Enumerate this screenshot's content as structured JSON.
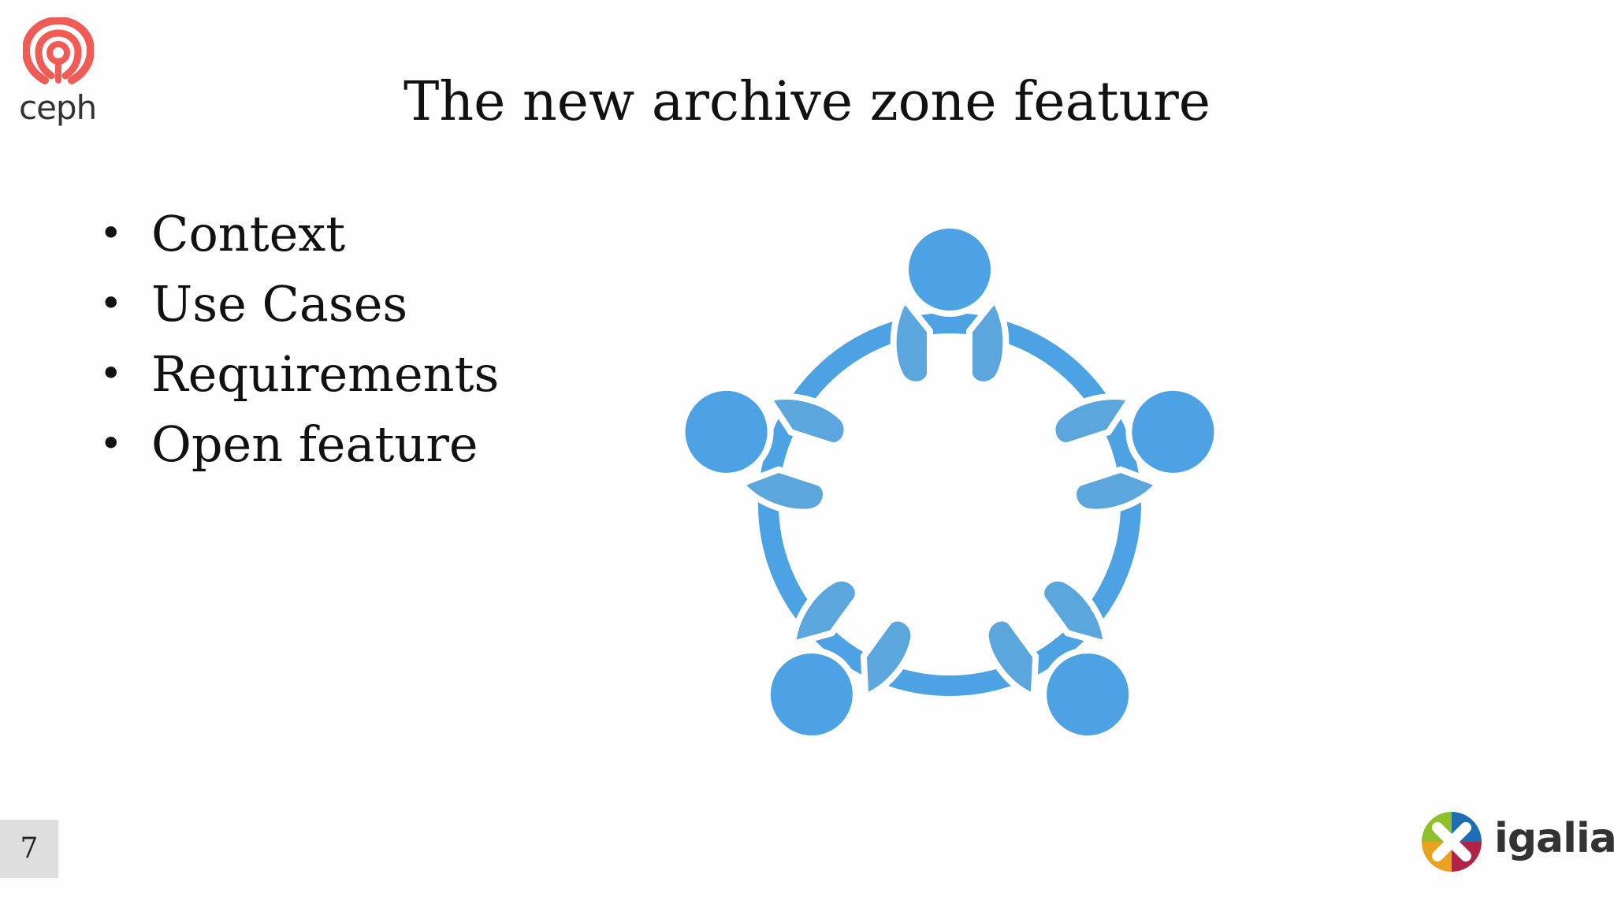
{
  "header": {
    "ceph_logo_text": "ceph",
    "title": "The new archive zone feature"
  },
  "bullets": [
    {
      "label": "Context"
    },
    {
      "label": "Use Cases"
    },
    {
      "label": "Requirements"
    },
    {
      "label": "Open feature"
    }
  ],
  "footer": {
    "page_number": "7",
    "igalia_logo_text": "igalia"
  },
  "colors": {
    "ceph_red": "#ef5c55",
    "people_blue": "#4da2e3",
    "people_blue_dark": "#5ba6dc",
    "page_badge": "#dedede"
  },
  "illustration": {
    "icon": "people-circle-teamwork-icon",
    "people_count": 5
  }
}
